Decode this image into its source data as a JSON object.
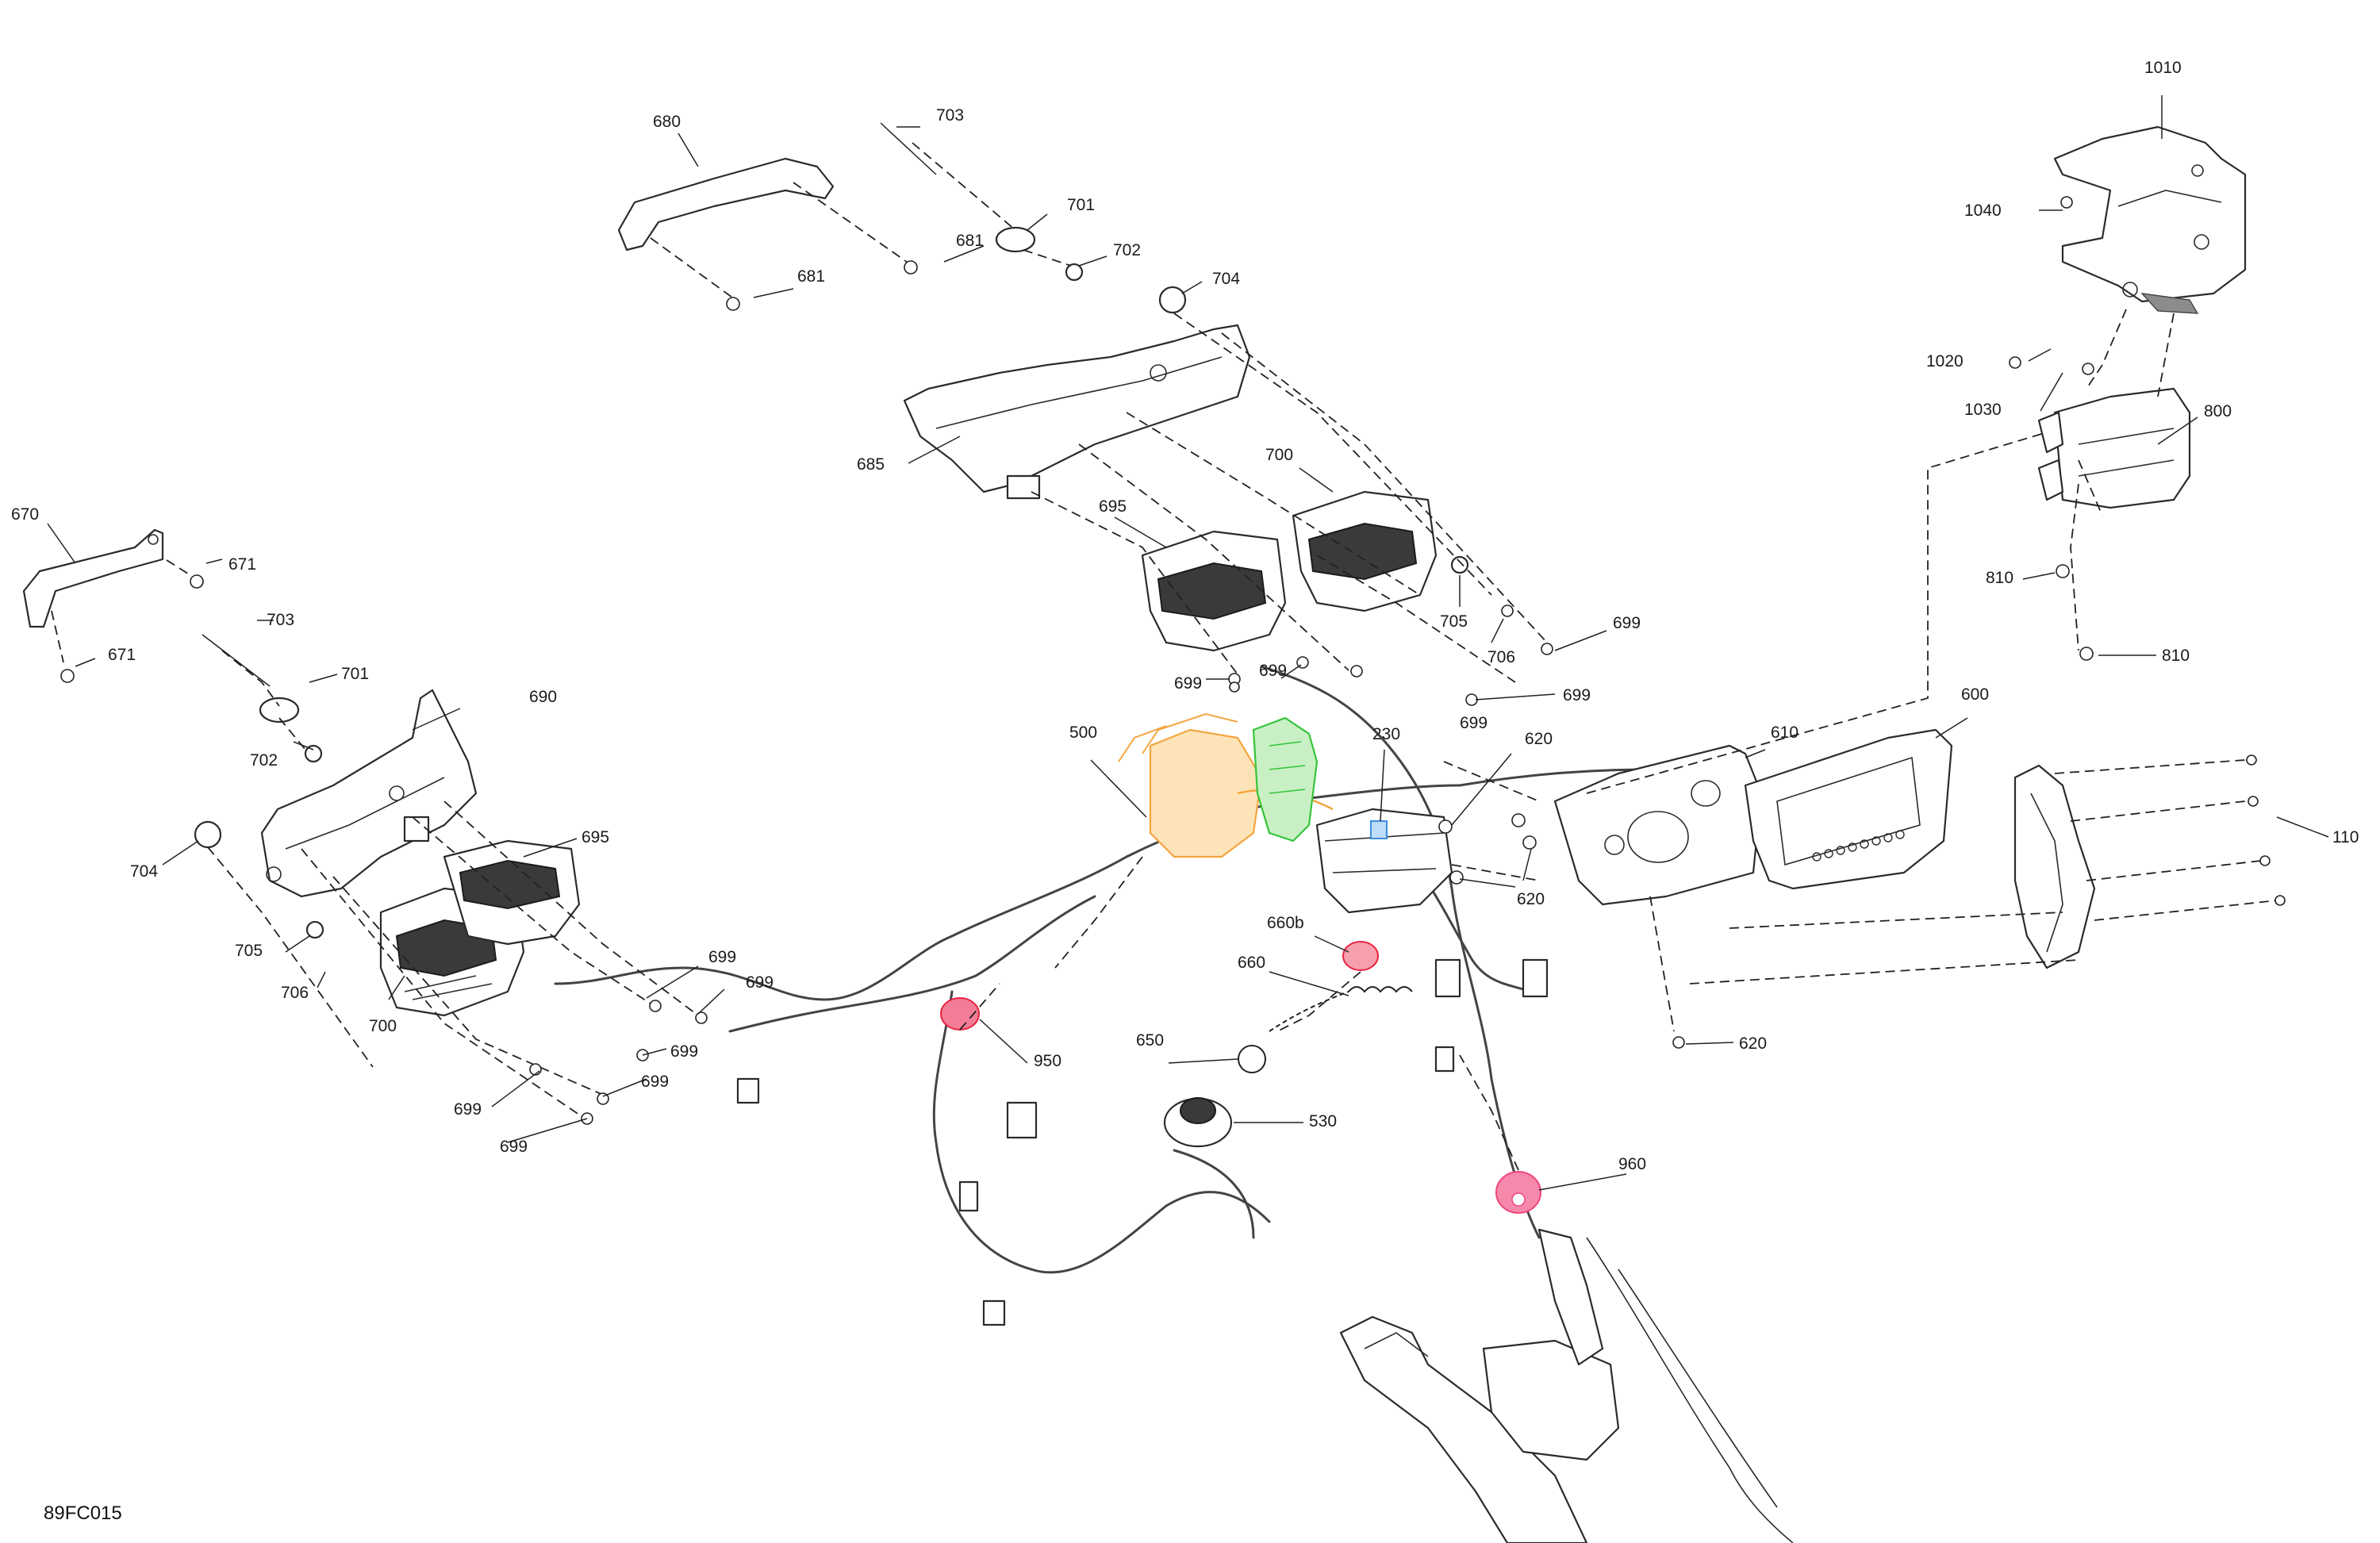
{
  "diagram_code": "89FC015",
  "accent_colors": {
    "orange": "#f3a640",
    "green": "#36c43a",
    "blue": "#3b8fe0",
    "red": "#e8243f",
    "pink": "#f0467a"
  },
  "callouts": {
    "c670": "670",
    "c671a": "671",
    "c671b": "671",
    "c703a": "703",
    "c701a": "701",
    "c702a": "702",
    "c690": "690",
    "c704a": "704",
    "c695a": "695",
    "c705a": "705",
    "c706a": "706",
    "c700a": "700",
    "c699a": "699",
    "c699b": "699",
    "c699c": "699",
    "c699d": "699",
    "c699e": "699",
    "c699f": "699",
    "c680": "680",
    "c681a": "681",
    "c681b": "681",
    "c703b": "703",
    "c701b": "701",
    "c702b": "702",
    "c704b": "704",
    "c685": "685",
    "c700b": "700",
    "c695b": "695",
    "c705b": "705",
    "c706b": "706",
    "c699g": "699",
    "c699h": "699",
    "c699i": "699",
    "c699j": "699",
    "c699k": "699",
    "c500": "500",
    "c230": "230",
    "c620a": "620",
    "c620b": "620",
    "c620c": "620",
    "c610": "610",
    "c600": "600",
    "c660b": "660b",
    "c660": "660",
    "c650": "650",
    "c530": "530",
    "c950": "950",
    "c960": "960",
    "c110": "110",
    "c1010": "1010",
    "c1040": "1040",
    "c1020": "1020",
    "c1030": "1030",
    "c800": "800",
    "c810a": "810",
    "c810b": "810"
  }
}
